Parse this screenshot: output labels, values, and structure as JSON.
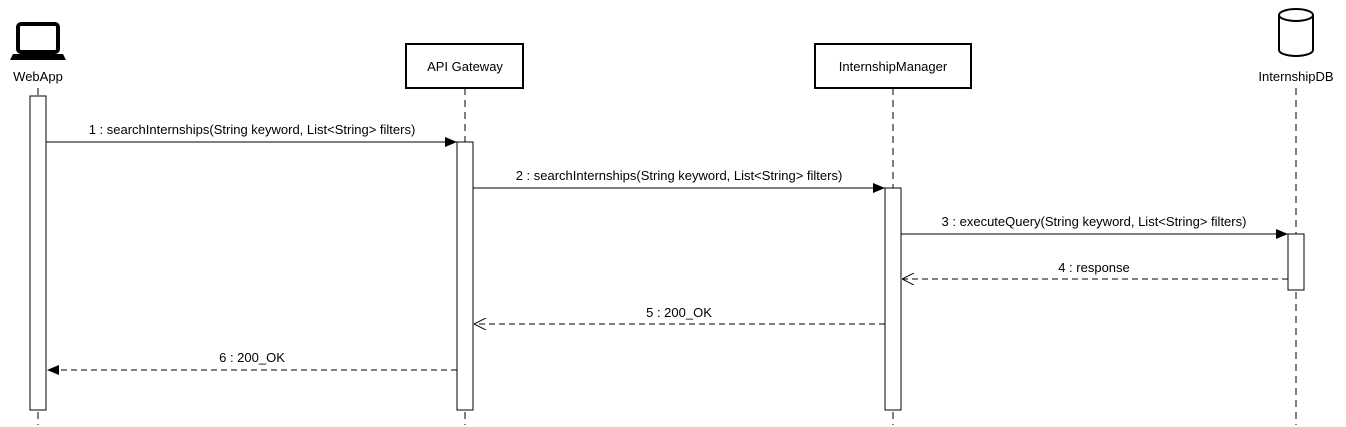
{
  "participants": [
    {
      "id": "webapp",
      "label": "WebApp",
      "kind": "actor-device",
      "icon": "laptop-icon"
    },
    {
      "id": "gateway",
      "label": "API Gateway",
      "kind": "box"
    },
    {
      "id": "manager",
      "label": "InternshipManager",
      "kind": "box"
    },
    {
      "id": "db",
      "label": "InternshipDB",
      "kind": "database",
      "icon": "database-icon"
    }
  ],
  "messages": [
    {
      "from": "webapp",
      "to": "gateway",
      "label": "1 : searchInternships(String keyword, List<String> filters)",
      "type": "sync"
    },
    {
      "from": "gateway",
      "to": "manager",
      "label": "2 : searchInternships(String keyword, List<String> filters)",
      "type": "sync"
    },
    {
      "from": "manager",
      "to": "db",
      "label": "3 : executeQuery(String keyword, List<String> filters)",
      "type": "sync"
    },
    {
      "from": "db",
      "to": "manager",
      "label": "4 : response",
      "type": "return"
    },
    {
      "from": "manager",
      "to": "gateway",
      "label": "5 : 200_OK",
      "type": "return"
    },
    {
      "from": "gateway",
      "to": "webapp",
      "label": "6 : 200_OK",
      "type": "return"
    }
  ],
  "colors": {
    "line": "#000000",
    "background": "#ffffff"
  }
}
